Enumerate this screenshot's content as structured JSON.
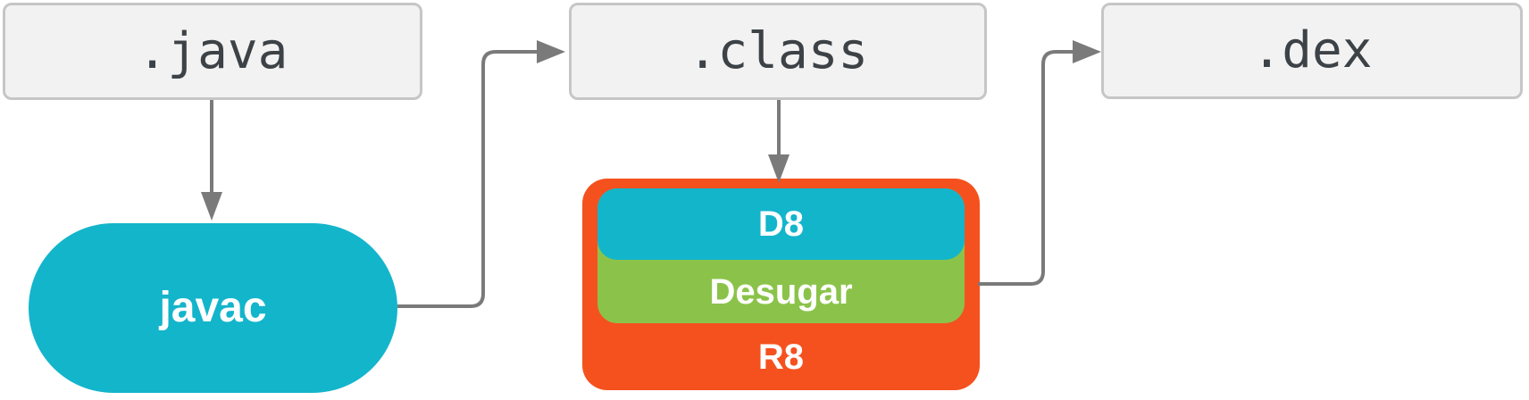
{
  "diagram": {
    "files": [
      {
        "id": "java",
        "label": ".java"
      },
      {
        "id": "class",
        "label": ".class"
      },
      {
        "id": "dex",
        "label": ".dex"
      }
    ],
    "tools": {
      "javac": {
        "label": "javac"
      },
      "d8": {
        "label": "D8"
      },
      "desugar": {
        "label": "Desugar"
      },
      "r8": {
        "label": "R8"
      }
    },
    "connectors": [
      {
        "from": ".java",
        "to": "javac"
      },
      {
        "from": "javac",
        "to": ".class"
      },
      {
        "from": ".class",
        "to": "D8"
      },
      {
        "from": "R8",
        "to": ".dex"
      }
    ],
    "colors": {
      "cyan": "#13b5cb",
      "green": "#8bc34a",
      "orange": "#f5511e",
      "file_fill": "#f2f2f2",
      "file_border": "#c6c6c6",
      "file_text": "#3d4247",
      "arrow": "#7a7a7a",
      "label_text": "#ffffff"
    }
  }
}
